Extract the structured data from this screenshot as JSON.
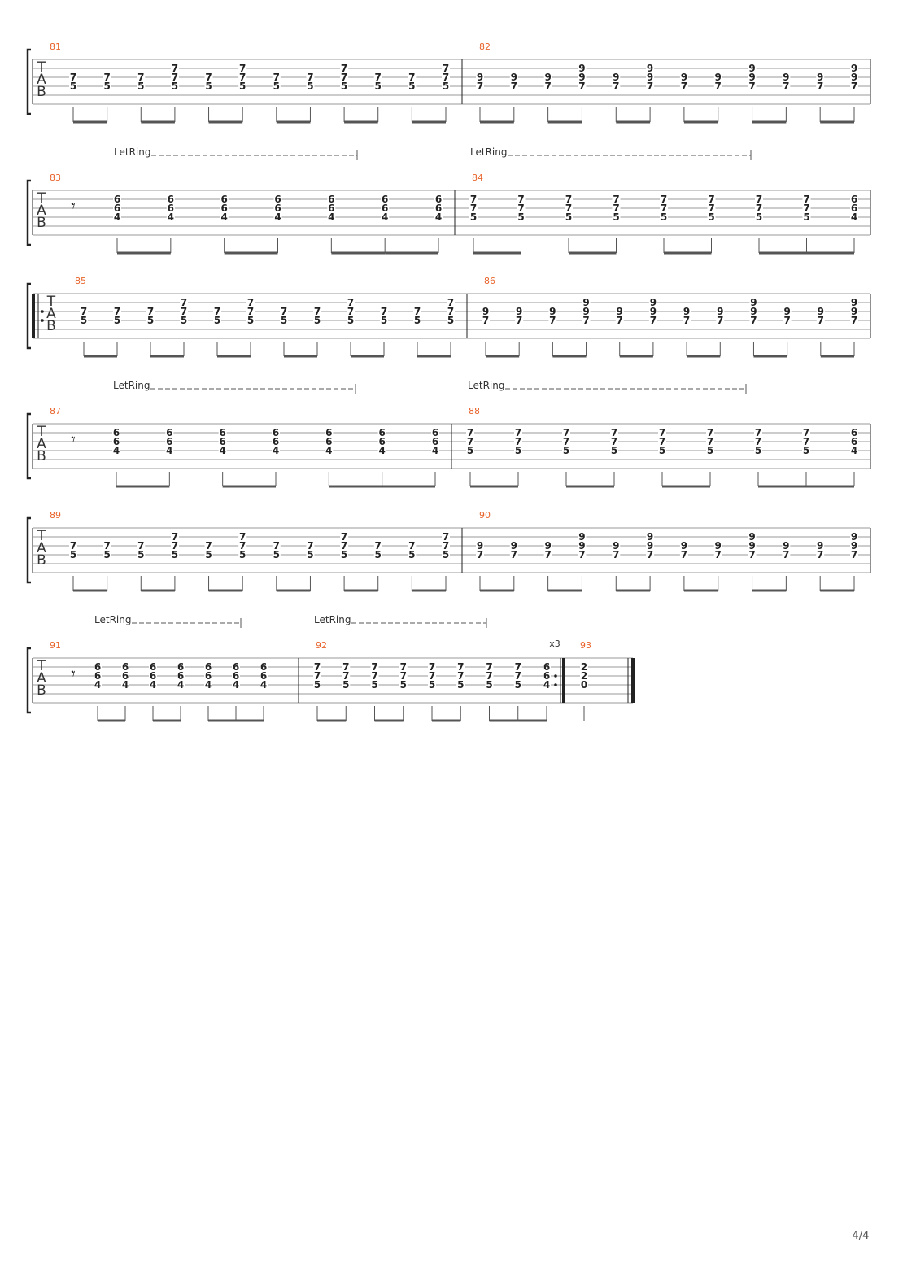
{
  "page": {
    "number": "4/4"
  },
  "clef_letters": [
    "T",
    "A",
    "B"
  ],
  "measures": [
    {
      "number": "81",
      "events": [
        [
          "5",
          "7"
        ],
        [
          "5",
          "7"
        ],
        [
          "5",
          "7"
        ],
        [
          "5",
          "7",
          "7"
        ],
        [
          "5",
          "7"
        ],
        [
          "5",
          "7",
          "7"
        ],
        [
          "5",
          "7"
        ],
        [
          "5",
          "7"
        ],
        [
          "5",
          "7",
          "7"
        ],
        [
          "5",
          "7"
        ],
        [
          "5",
          "7"
        ],
        [
          "5",
          "7",
          "7"
        ]
      ]
    },
    {
      "number": "82",
      "events": [
        [
          "7",
          "9"
        ],
        [
          "7",
          "9"
        ],
        [
          "7",
          "9"
        ],
        [
          "7",
          "9",
          "9"
        ],
        [
          "7",
          "9"
        ],
        [
          "7",
          "9",
          "9"
        ],
        [
          "7",
          "9"
        ],
        [
          "7",
          "9"
        ],
        [
          "7",
          "9",
          "9"
        ],
        [
          "7",
          "9"
        ],
        [
          "7",
          "9"
        ],
        [
          "7",
          "9",
          "9"
        ]
      ]
    },
    {
      "number": "83",
      "rest": "𝄾",
      "events": [
        [
          "4",
          "6",
          "6"
        ],
        [
          "4",
          "6",
          "6"
        ],
        [
          "4",
          "6",
          "6"
        ],
        [
          "4",
          "6",
          "6"
        ],
        [
          "4",
          "6",
          "6"
        ],
        [
          "4",
          "6",
          "6"
        ],
        [
          "4",
          "6",
          "6"
        ]
      ]
    },
    {
      "number": "84",
      "events": [
        [
          "5",
          "7",
          "7"
        ],
        [
          "5",
          "7",
          "7"
        ],
        [
          "5",
          "7",
          "7"
        ],
        [
          "5",
          "7",
          "7"
        ],
        [
          "5",
          "7",
          "7"
        ],
        [
          "5",
          "7",
          "7"
        ],
        [
          "5",
          "7",
          "7"
        ],
        [
          "5",
          "7",
          "7"
        ],
        [
          "4",
          "6",
          "6"
        ]
      ]
    },
    {
      "number": "85",
      "events": [
        [
          "5",
          "7"
        ],
        [
          "5",
          "7"
        ],
        [
          "5",
          "7"
        ],
        [
          "5",
          "7",
          "7"
        ],
        [
          "5",
          "7"
        ],
        [
          "5",
          "7",
          "7"
        ],
        [
          "5",
          "7"
        ],
        [
          "5",
          "7"
        ],
        [
          "5",
          "7",
          "7"
        ],
        [
          "5",
          "7"
        ],
        [
          "5",
          "7"
        ],
        [
          "5",
          "7",
          "7"
        ]
      ]
    },
    {
      "number": "86",
      "events": [
        [
          "7",
          "9"
        ],
        [
          "7",
          "9"
        ],
        [
          "7",
          "9"
        ],
        [
          "7",
          "9",
          "9"
        ],
        [
          "7",
          "9"
        ],
        [
          "7",
          "9",
          "9"
        ],
        [
          "7",
          "9"
        ],
        [
          "7",
          "9"
        ],
        [
          "7",
          "9",
          "9"
        ],
        [
          "7",
          "9"
        ],
        [
          "7",
          "9"
        ],
        [
          "7",
          "9",
          "9"
        ]
      ]
    },
    {
      "number": "87",
      "rest": "𝄾",
      "events": [
        [
          "4",
          "6",
          "6"
        ],
        [
          "4",
          "6",
          "6"
        ],
        [
          "4",
          "6",
          "6"
        ],
        [
          "4",
          "6",
          "6"
        ],
        [
          "4",
          "6",
          "6"
        ],
        [
          "4",
          "6",
          "6"
        ],
        [
          "4",
          "6",
          "6"
        ]
      ]
    },
    {
      "number": "88",
      "events": [
        [
          "5",
          "7",
          "7"
        ],
        [
          "5",
          "7",
          "7"
        ],
        [
          "5",
          "7",
          "7"
        ],
        [
          "5",
          "7",
          "7"
        ],
        [
          "5",
          "7",
          "7"
        ],
        [
          "5",
          "7",
          "7"
        ],
        [
          "5",
          "7",
          "7"
        ],
        [
          "5",
          "7",
          "7"
        ],
        [
          "4",
          "6",
          "6"
        ]
      ]
    },
    {
      "number": "89",
      "events": [
        [
          "5",
          "7"
        ],
        [
          "5",
          "7"
        ],
        [
          "5",
          "7"
        ],
        [
          "5",
          "7",
          "7"
        ],
        [
          "5",
          "7"
        ],
        [
          "5",
          "7",
          "7"
        ],
        [
          "5",
          "7"
        ],
        [
          "5",
          "7"
        ],
        [
          "5",
          "7",
          "7"
        ],
        [
          "5",
          "7"
        ],
        [
          "5",
          "7"
        ],
        [
          "5",
          "7",
          "7"
        ]
      ]
    },
    {
      "number": "90",
      "events": [
        [
          "7",
          "9"
        ],
        [
          "7",
          "9"
        ],
        [
          "7",
          "9"
        ],
        [
          "7",
          "9",
          "9"
        ],
        [
          "7",
          "9"
        ],
        [
          "7",
          "9",
          "9"
        ],
        [
          "7",
          "9"
        ],
        [
          "7",
          "9"
        ],
        [
          "7",
          "9",
          "9"
        ],
        [
          "7",
          "9"
        ],
        [
          "7",
          "9"
        ],
        [
          "7",
          "9",
          "9"
        ]
      ]
    },
    {
      "number": "91",
      "rest": "𝄾",
      "events": [
        [
          "4",
          "6",
          "6"
        ],
        [
          "4",
          "6",
          "6"
        ],
        [
          "4",
          "6",
          "6"
        ],
        [
          "4",
          "6",
          "6"
        ],
        [
          "4",
          "6",
          "6"
        ],
        [
          "4",
          "6",
          "6"
        ],
        [
          "4",
          "6",
          "6"
        ]
      ]
    },
    {
      "number": "92",
      "events": [
        [
          "5",
          "7",
          "7"
        ],
        [
          "5",
          "7",
          "7"
        ],
        [
          "5",
          "7",
          "7"
        ],
        [
          "5",
          "7",
          "7"
        ],
        [
          "5",
          "7",
          "7"
        ],
        [
          "5",
          "7",
          "7"
        ],
        [
          "5",
          "7",
          "7"
        ],
        [
          "5",
          "7",
          "7"
        ],
        [
          "4",
          "6",
          "6"
        ]
      ],
      "repeat_count": "x3"
    },
    {
      "number": "93",
      "events": [
        [
          "0",
          "2",
          "2"
        ]
      ]
    }
  ],
  "let_ring_label": "LetRing",
  "colors": {
    "measure_number": "#e8642c",
    "text": "#222222",
    "staff_line": "#9a9a9a",
    "beam": "#555555",
    "bracket": "#222222"
  }
}
